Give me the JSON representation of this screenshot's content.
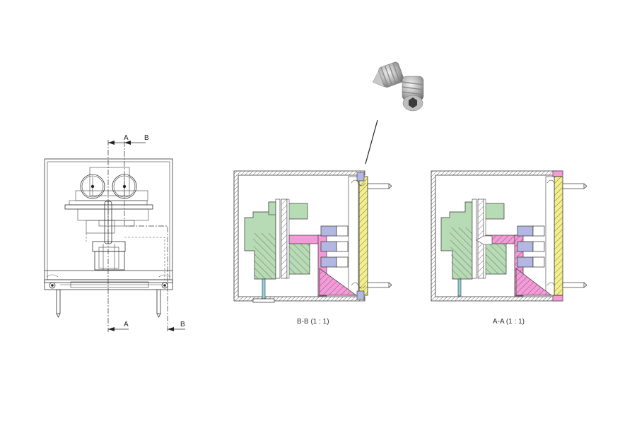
{
  "section_marks": {
    "a": "A",
    "b": "B"
  },
  "views": {
    "bb": {
      "caption": "B-B (1 : 1)"
    },
    "aa": {
      "caption": "A-A (1 : 1)"
    }
  },
  "photo": {
    "subject": "set-screw-photo",
    "colors": {
      "metal": "#b9b9b9",
      "dark": "#3a3a3a",
      "highlight": "#f2f2f2"
    }
  },
  "colors": {
    "green": "#b7dcb5",
    "pink": "#f49ad8",
    "yellow": "#f3ef8a",
    "blue": "#b3b8e3",
    "cyan": "#8fd3de",
    "wall_hatch": "#555555"
  }
}
